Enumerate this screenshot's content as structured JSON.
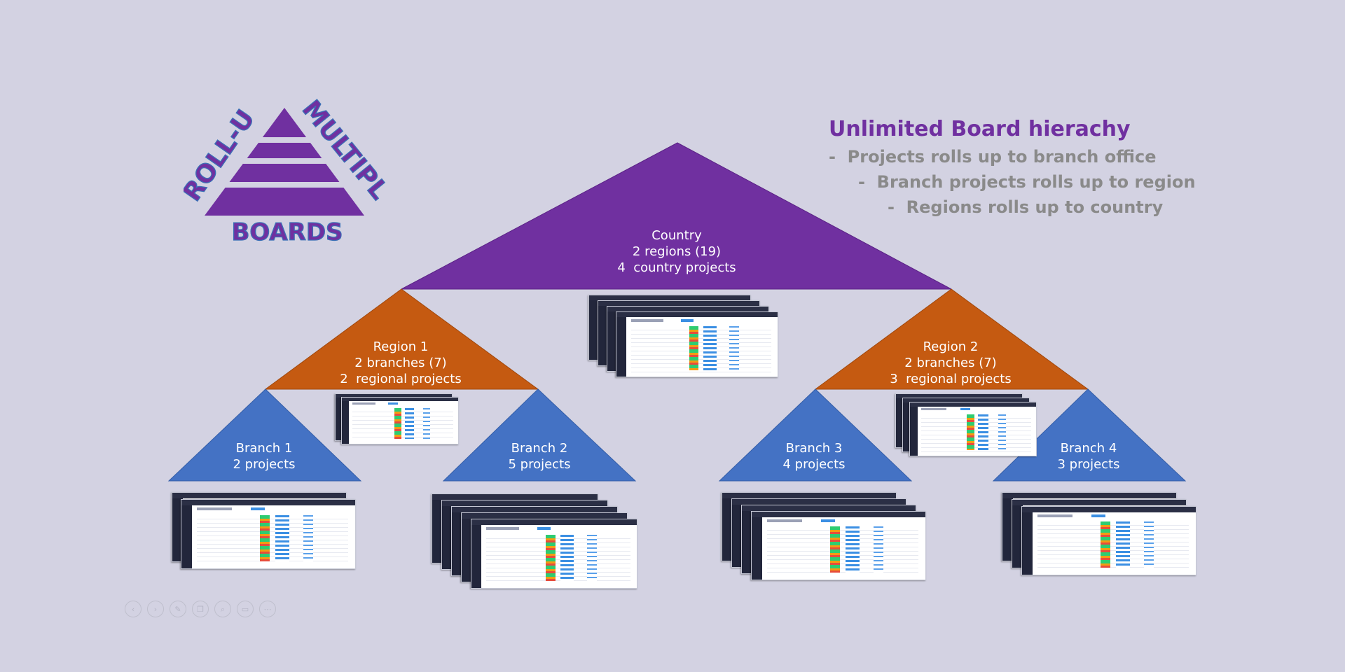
{
  "colors": {
    "background": "#d3d2e2",
    "country": "#7030a0",
    "region": "#c55a11",
    "branch": "#4472c4",
    "headline": "#7030a0",
    "bullets": "#8a8a8a"
  },
  "logo": {
    "line1": "ROLL-UP",
    "line2": "MULTIPLE",
    "line3": "BOARDS"
  },
  "headline": {
    "title": "Unlimited Board hierachy",
    "items": [
      "-  Projects rolls up to branch office",
      "-  Branch projects rolls up to region",
      "-  Regions rolls up to country"
    ]
  },
  "nodes": {
    "country": {
      "lines": [
        "Country",
        "2 regions (19)",
        "4  country projects"
      ]
    },
    "region1": {
      "lines": [
        "Region 1",
        "2 branches (7)",
        "2  regional projects"
      ]
    },
    "region2": {
      "lines": [
        "Region 2",
        "2 branches (7)",
        "3  regional projects"
      ]
    },
    "branch1": {
      "lines": [
        "Branch 1",
        "2 projects"
      ]
    },
    "branch2": {
      "lines": [
        "Branch 2",
        "5 projects"
      ]
    },
    "branch3": {
      "lines": [
        "Branch 3",
        "4 projects"
      ]
    },
    "branch4": {
      "lines": [
        "Branch 4",
        "3 projects"
      ]
    }
  },
  "toolbar": {
    "icons": [
      "prev-icon",
      "next-icon",
      "pen-icon",
      "copy-icon",
      "zoom-icon",
      "subtitle-icon",
      "more-icon"
    ],
    "glyphs": [
      "‹",
      "›",
      "✎",
      "❐",
      "⌕",
      "▭",
      "⋯"
    ]
  }
}
